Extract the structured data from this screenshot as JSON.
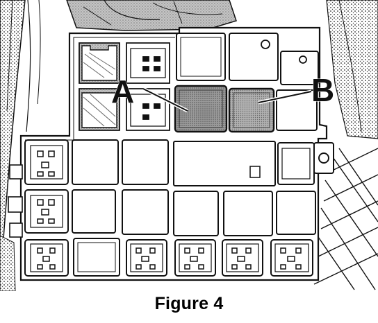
{
  "figure": {
    "caption": "Figure 4"
  },
  "callouts": [
    {
      "label": "A"
    },
    {
      "label": "B"
    }
  ],
  "colors": {
    "line": "#1a1a1a",
    "body": "#ffffff",
    "relay_fill": "#ececec",
    "highlight_a": "#9a9a9a",
    "highlight_b": "#a8a8a8",
    "shade": "#bdbdbd"
  }
}
